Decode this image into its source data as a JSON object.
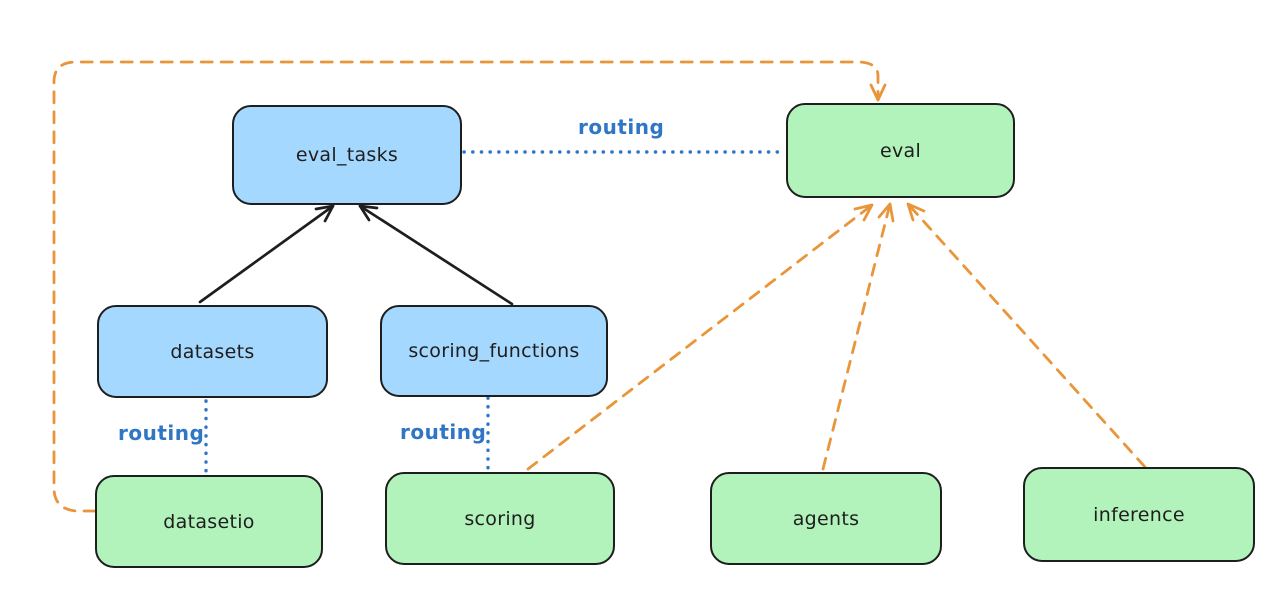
{
  "diagram": {
    "background_color": "#ffffff",
    "colors": {
      "node_fill_blue": "#a5d8ff",
      "node_fill_green": "#b2f2bb",
      "node_border": "#1e1e1e",
      "routing_blue": "#2f76c6",
      "provider_orange": "#e99539",
      "text": "#1e1e1e"
    },
    "nodes": [
      {
        "id": "eval_tasks",
        "label": "eval_tasks",
        "fill": "#a5d8ff"
      },
      {
        "id": "eval",
        "label": "eval",
        "fill": "#b2f2bb"
      },
      {
        "id": "datasets",
        "label": "datasets",
        "fill": "#a5d8ff"
      },
      {
        "id": "scoring_functions",
        "label": "scoring_functions",
        "fill": "#a5d8ff"
      },
      {
        "id": "datasetio",
        "label": "datasetio",
        "fill": "#b2f2bb"
      },
      {
        "id": "scoring",
        "label": "scoring",
        "fill": "#b2f2bb"
      },
      {
        "id": "agents",
        "label": "agents",
        "fill": "#b2f2bb"
      },
      {
        "id": "inference",
        "label": "inference",
        "fill": "#b2f2bb"
      }
    ],
    "edges": [
      {
        "from": "datasets",
        "to": "eval_tasks",
        "style": "solid",
        "color": "#1e1e1e",
        "arrow": "to",
        "label": ""
      },
      {
        "from": "scoring_functions",
        "to": "eval_tasks",
        "style": "solid",
        "color": "#1e1e1e",
        "arrow": "to",
        "label": ""
      },
      {
        "from": "eval_tasks",
        "to": "eval",
        "style": "dotted",
        "color": "#2f76c6",
        "arrow": "none",
        "label": "routing"
      },
      {
        "from": "datasets",
        "to": "datasetio",
        "style": "dotted",
        "color": "#2f76c6",
        "arrow": "none",
        "label": "routing"
      },
      {
        "from": "scoring_functions",
        "to": "scoring",
        "style": "dotted",
        "color": "#2f76c6",
        "arrow": "none",
        "label": "routing"
      },
      {
        "from": "datasetio",
        "to": "eval",
        "style": "dashed",
        "color": "#e99539",
        "arrow": "to",
        "label": ""
      },
      {
        "from": "scoring",
        "to": "eval",
        "style": "dashed",
        "color": "#e99539",
        "arrow": "to",
        "label": ""
      },
      {
        "from": "agents",
        "to": "eval",
        "style": "dashed",
        "color": "#e99539",
        "arrow": "to",
        "label": ""
      },
      {
        "from": "inference",
        "to": "eval",
        "style": "dashed",
        "color": "#e99539",
        "arrow": "to",
        "label": ""
      }
    ]
  }
}
